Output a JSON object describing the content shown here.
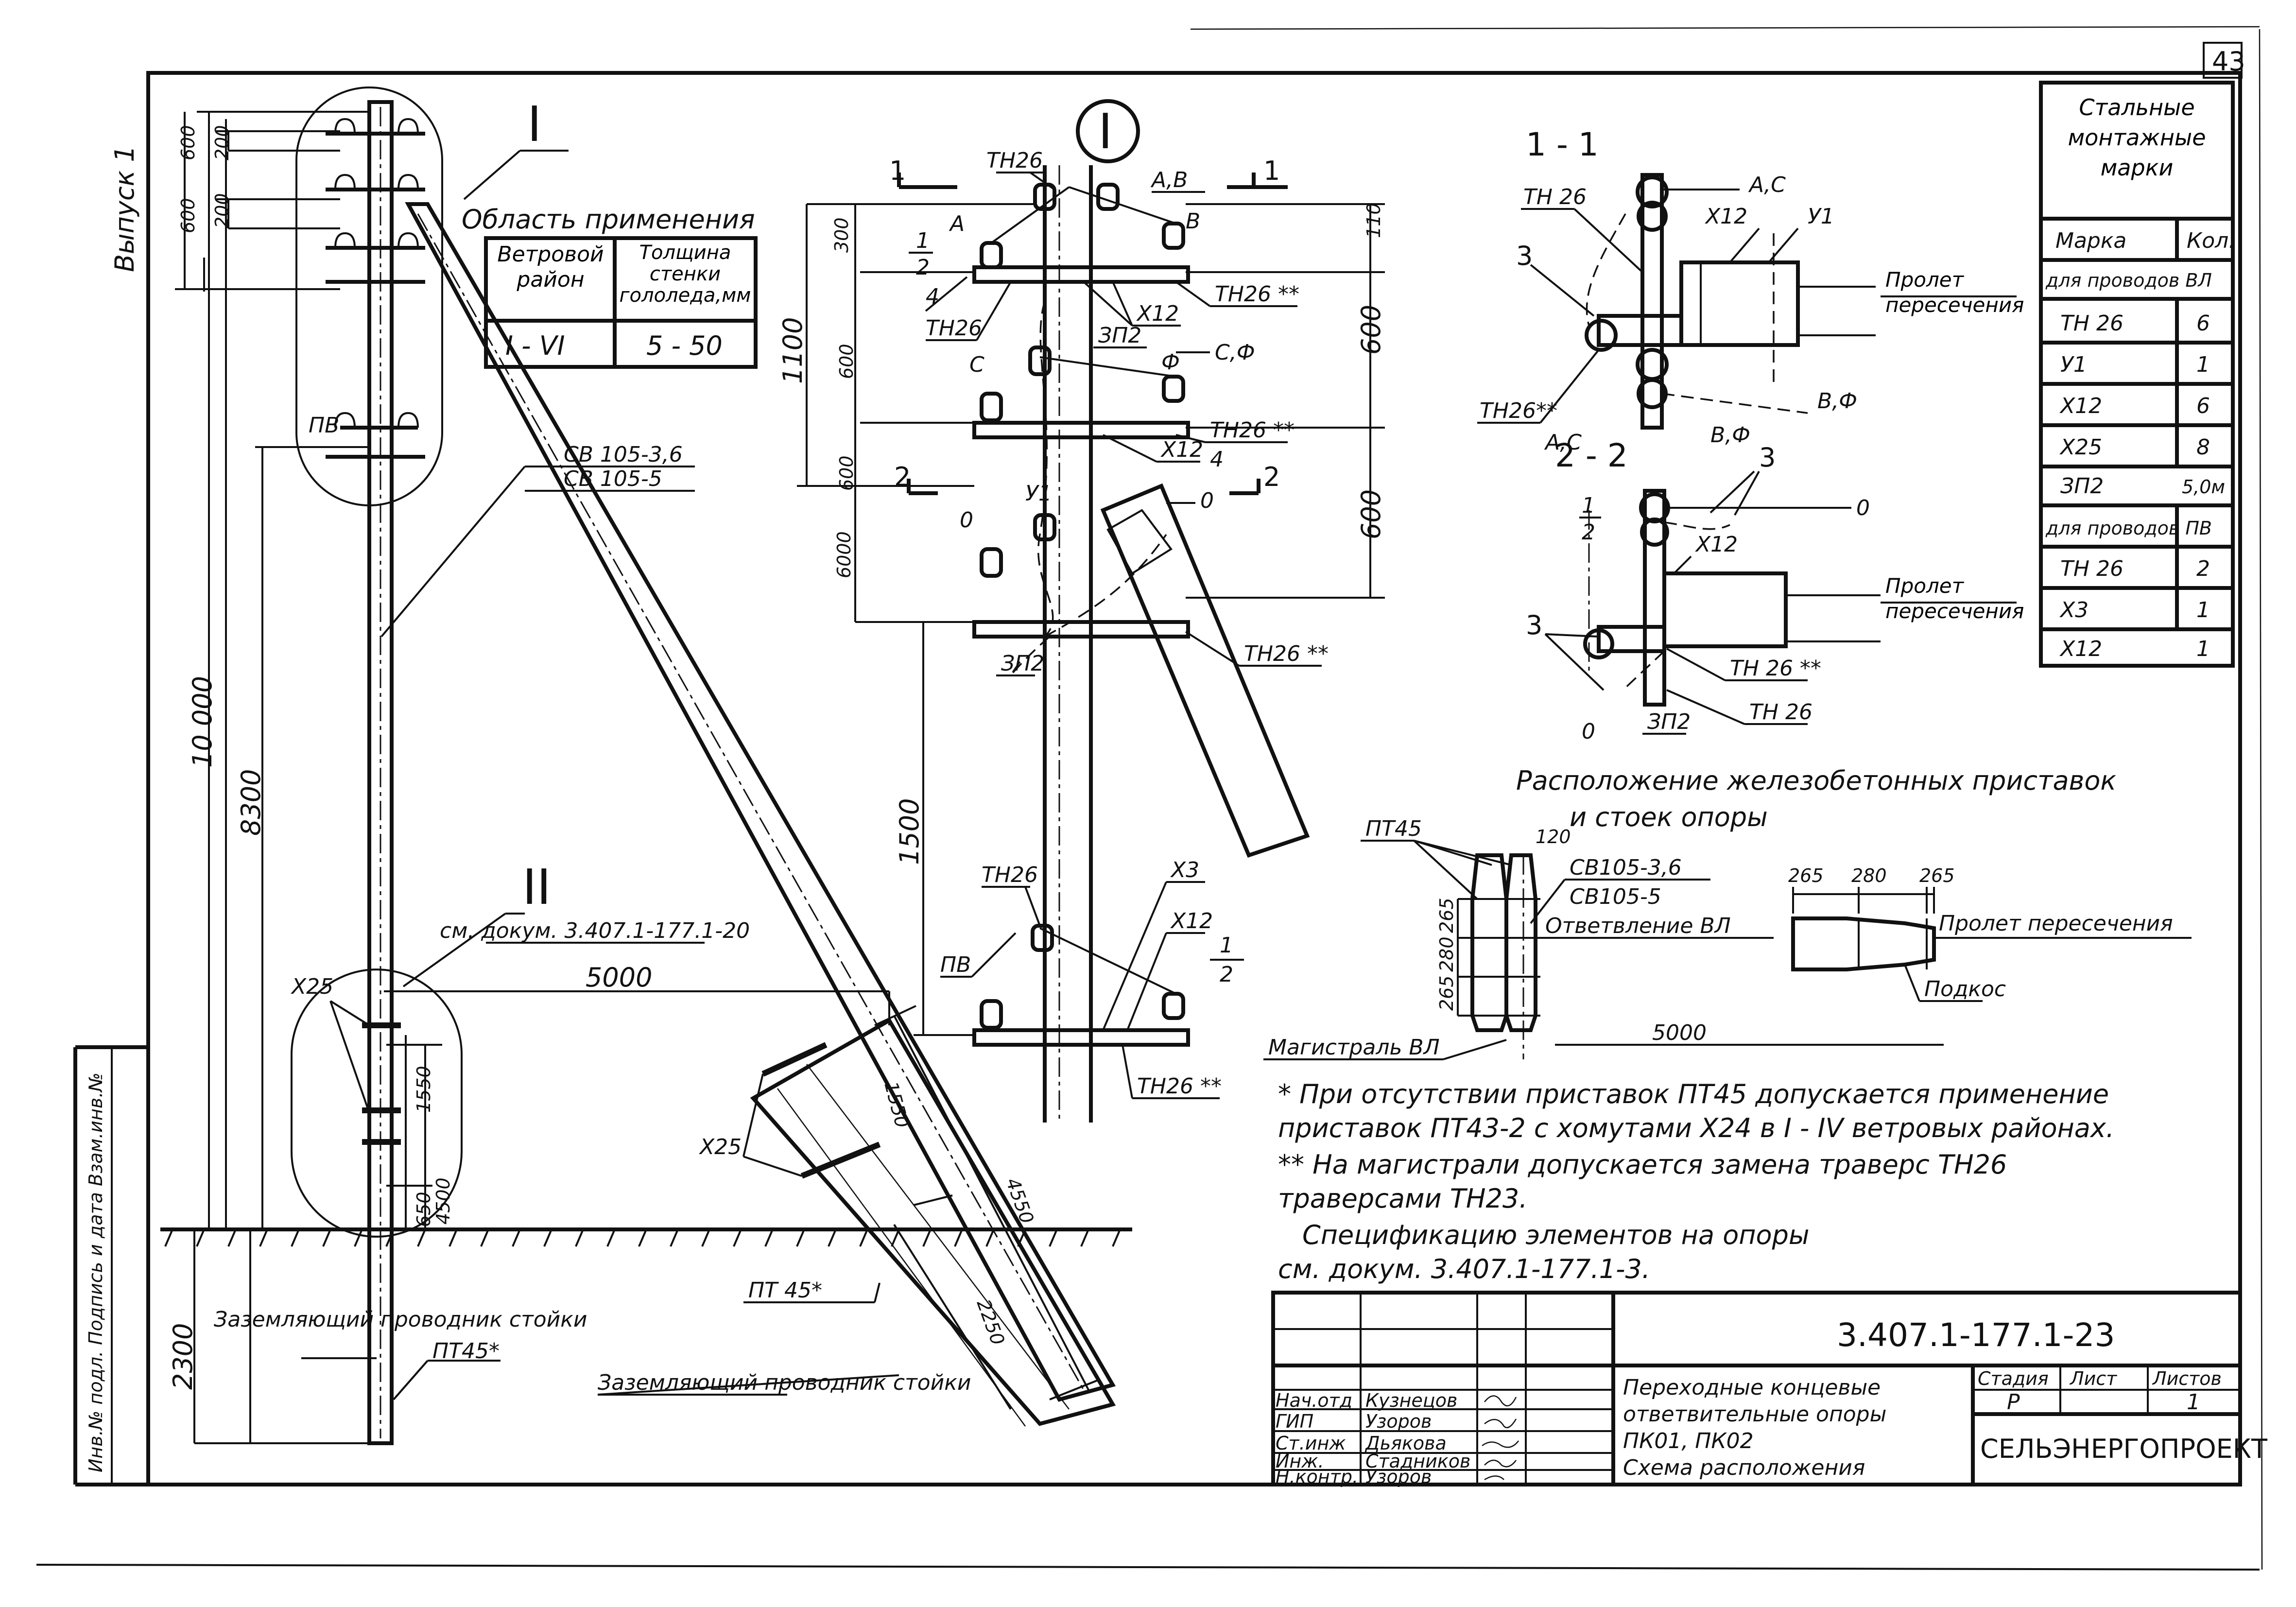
{
  "sheet": {
    "page_number": "43",
    "issue_label": "Выпуск 1",
    "side_stamp": "Инв.№ подл.  Подпись и дата  Взам.инв.№",
    "document_code": "3.407.1-177.1-23",
    "title_lines": [
      "Переходные концевые",
      "ответвительные опоры",
      "ПК01,  ПК02",
      "Схема расположения"
    ],
    "organization": "СЕЛЬЭНЕРГОПРОЕКТ",
    "stage_header": "Стадия",
    "sheet_header": "Лист",
    "sheets_header": "Листов",
    "stage_value": "Р",
    "sheets_value": "1",
    "signatures": [
      {
        "role": "Нач.отд",
        "name": "Кузнецов"
      },
      {
        "role": "ГИП",
        "name": "Узоров"
      },
      {
        "role": "Ст.инж",
        "name": "Дьякова"
      },
      {
        "role": "Инж.",
        "name": "Стадников"
      },
      {
        "role": "Н.контр.",
        "name": "Узоров"
      }
    ]
  },
  "application": {
    "title": "Область применения",
    "header_wind": "Ветровой район",
    "header_ice": "Толщина стенки гололеда,мм",
    "wind_value": "I - VI",
    "ice_value": "5 - 50"
  },
  "marks_table": {
    "title": "Стальные монтажные марки",
    "col_mark": "Марка",
    "col_qty": "Кол.",
    "group1": "для проводов ВЛ",
    "group2": "для проводов ПВ",
    "rows1": [
      {
        "mark": "ТН 26",
        "qty": "6"
      },
      {
        "mark": "У1",
        "qty": "1"
      },
      {
        "mark": "Х12",
        "qty": "6"
      },
      {
        "mark": "Х25",
        "qty": "8"
      },
      {
        "mark": "ЗП2",
        "qty": "5,0м"
      }
    ],
    "rows2": [
      {
        "mark": "ТН 26",
        "qty": "2"
      },
      {
        "mark": "Х3",
        "qty": "1"
      },
      {
        "mark": "Х12",
        "qty": "1"
      }
    ]
  },
  "general_view": {
    "node_I": "I",
    "node_II": "II",
    "pv": "ПВ",
    "sv": "СВ 105-3,6",
    "sv2": "СВ 105-5",
    "x25": "Х25",
    "x25b": "Х25",
    "pt45": "ПТ45*",
    "pt45b": "ПТ 45*",
    "see_doc": "см. докум. 3.407.1-177.1-20",
    "ground_wire": "Заземляющий проводник стойки",
    "ground_wire_b": "Заземляющий проводник стойки",
    "dims": {
      "d600": "600",
      "d200": "200",
      "d200b": "200",
      "d600b": "600",
      "d10000": "10 000",
      "d8300": "8300",
      "d5000": "5000",
      "d1550": "1550",
      "d650": "650",
      "d4500": "4500",
      "d2300": "2300",
      "d1550b": "1550",
      "d4550": "4550",
      "d2250": "2250"
    }
  },
  "node_I_view": {
    "label": "I",
    "sec1": "1",
    "sec2": "2",
    "sec1b": "1",
    "sec2b": "2",
    "frac_num": "1",
    "frac_den": "2",
    "frac_num_b": "1",
    "frac_den_b": "2",
    "labels": {
      "tn26_top": "ТН26",
      "ab": "А,В",
      "a": "А",
      "b": "В",
      "one": "1",
      "two": "2",
      "four": "4",
      "four_b": "4",
      "tn26_left": "ТН26",
      "tn26_r1": "ТН26 **",
      "tn26_r2": "ТН26 **",
      "tn26_r3": "ТН26 **",
      "x12": "Х12",
      "x12b": "Х12",
      "zp2": "ЗП2",
      "zp2b": "ЗП2",
      "c": "С",
      "cf": "С,Ф",
      "f": "Ф",
      "y1": "У1",
      "o": "0",
      "o2": "0",
      "tn26_pv": "ТН26",
      "pv": "ПВ",
      "x3": "Х3",
      "x12c": "Х12",
      "tn26_bot": "ТН26 **"
    },
    "dims": {
      "d300": "300",
      "d1100": "1100",
      "d600": "600",
      "d600b": "600",
      "d110": "110",
      "d600r": "600",
      "d600r2": "600",
      "d6000": "6000",
      "d1500": "1500"
    }
  },
  "section_11": {
    "title": "1 - 1",
    "tn26": "ТН 26",
    "ac": "А,С",
    "y1": "У1",
    "x12": "Х12",
    "three": "3",
    "span": "Пролет пересечения",
    "tn26s": "ТН26**",
    "ac2": "А,С",
    "vf": "В,Ф",
    "vf2": "В,Ф"
  },
  "section_22": {
    "title": "2 - 2",
    "three_a": "3",
    "one": "1",
    "two": "2",
    "o": "0",
    "x12": "Х12",
    "span": "Пролет пересечения",
    "three_b": "3",
    "tn26s": "ТН 26 **",
    "zp2": "ЗП2",
    "tn26": "ТН 26",
    "o2": "0"
  },
  "layout_view": {
    "title1": "Расположение железобетонных приставок",
    "title2": "и стоек опоры",
    "pt45": "ПТ45",
    "d120": "120",
    "sv": "СВ105-3,6",
    "sv2": "СВ105-5",
    "branch": "Ответвление ВЛ",
    "span": "Пролет пересечения",
    "strut": "Подкос",
    "main": "Магистраль ВЛ",
    "d265a": "265",
    "d280": "280",
    "d265b": "265",
    "h265a": "265",
    "h280": "280",
    "h265b": "265",
    "d5000": "5000"
  },
  "notes": [
    "* При отсутствии приставок ПТ45 допускается применение",
    "приставок ПТ43-2 с хомутами Х24 в I - IV ветровых районах.",
    "** На магистрали допускается замена траверс ТН26",
    "траверсами ТН23.",
    "Спецификацию элементов на опоры",
    "см. докум. 3.407.1-177.1-3."
  ]
}
